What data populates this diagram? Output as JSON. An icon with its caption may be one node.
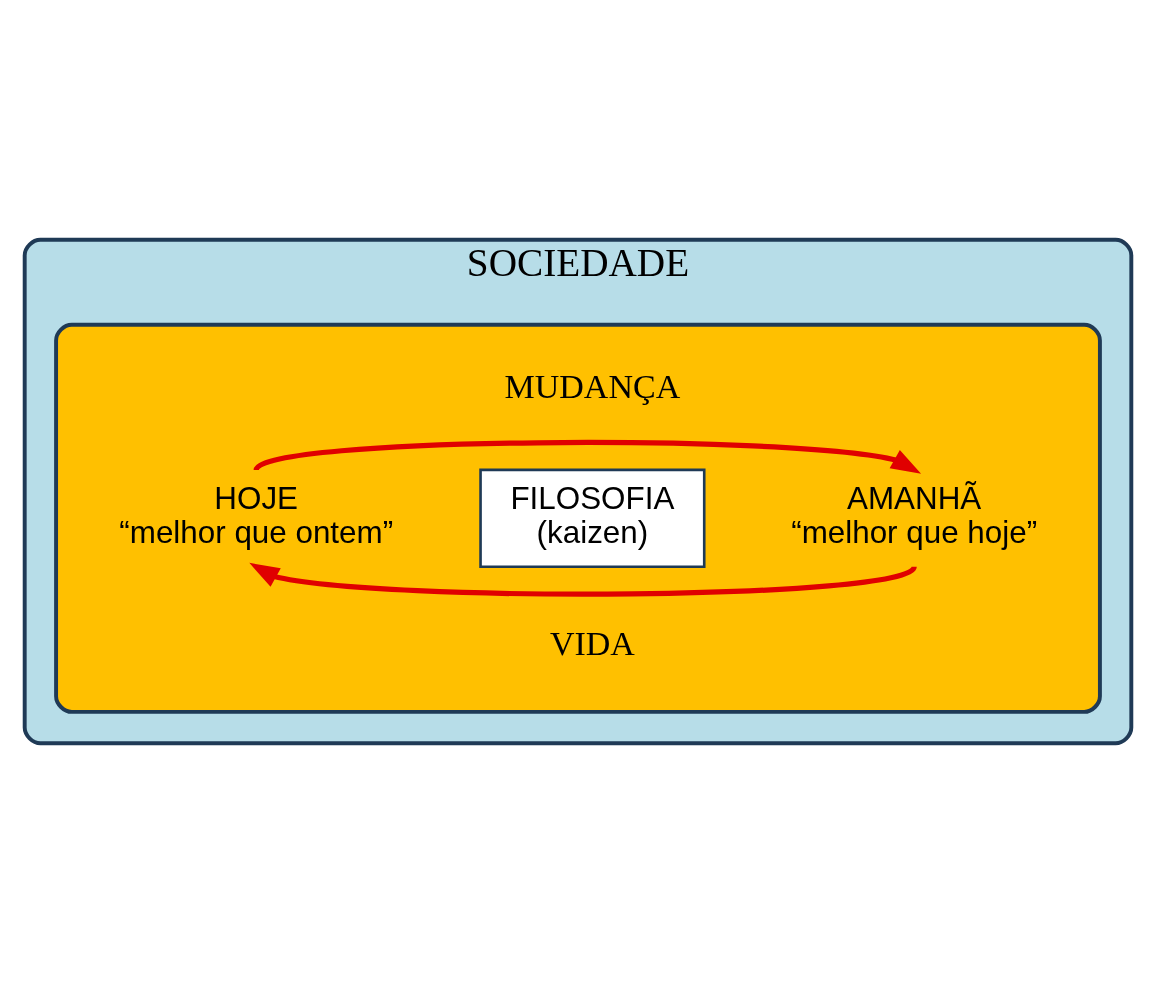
{
  "diagram": {
    "nodes": [
      {
        "text": [
          "SOCIEDADE"
        ]
      },
      {
        "text": [],
        "shape": "ellipse",
        "in": 0
      },
      {
        "text": [
          "MUDANÇA"
        ],
        "in": 1
      },
      {
        "text": [
          "HOJE",
          "“melhor que ontem”"
        ],
        "in": 1
      },
      {
        "text": [
          "FILOSOFIA",
          "(kaizen)"
        ],
        "in": 1
      },
      {
        "text": [
          "AMANHÃ",
          "“melhor que hoje”"
        ],
        "in": 1
      },
      {
        "text": [
          "VIDA"
        ],
        "in": 1
      }
    ],
    "edges": [
      {
        "from": 3,
        "to": 5,
        "arrow": "to"
      },
      {
        "from": 5,
        "to": 3,
        "arrow": "to"
      }
    ]
  }
}
